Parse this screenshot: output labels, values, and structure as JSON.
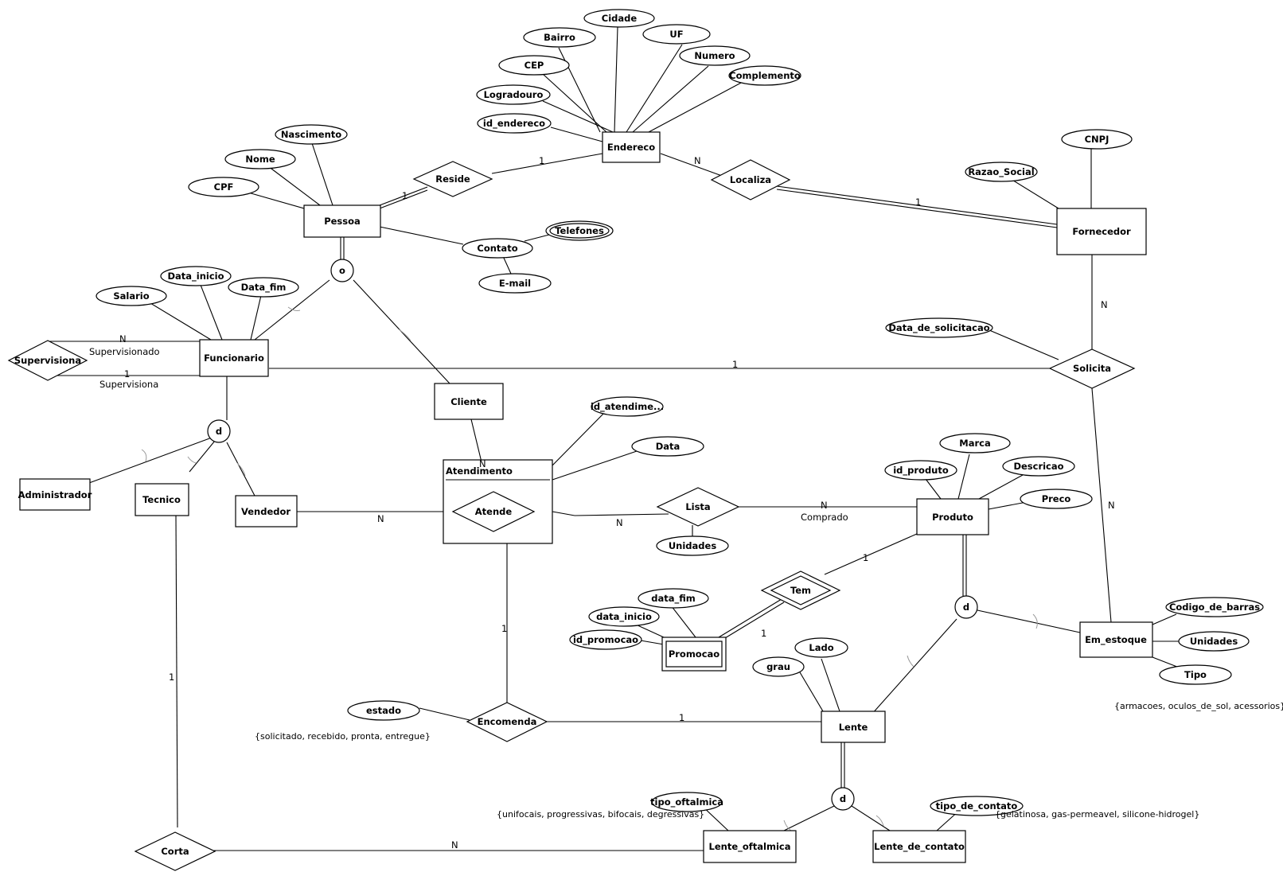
{
  "entities": {
    "pessoa": "Pessoa",
    "endereco": "Endereco",
    "fornecedor": "Fornecedor",
    "funcionario": "Funcionario",
    "cliente": "Cliente",
    "administrador": "Administrador",
    "tecnico": "Tecnico",
    "vendedor": "Vendedor",
    "atendimento": "Atendimento",
    "produto": "Produto",
    "em_estoque": "Em_estoque",
    "promocao": "Promocao",
    "lente": "Lente",
    "lente_oftalmica": "Lente_oftalmica",
    "lente_de_contato": "Lente_de_contato"
  },
  "relationships": {
    "reside": "Reside",
    "localiza": "Localiza",
    "supervisiona": "Supervisiona",
    "solicita": "Solicita",
    "atende": "Atende",
    "lista": "Lista",
    "tem": "Tem",
    "encomenda": "Encomenda",
    "corta": "Corta"
  },
  "attributes": {
    "bairro": "Bairro",
    "cidade": "Cidade",
    "uf": "UF",
    "cep": "CEP",
    "numero": "Numero",
    "logradouro": "Logradouro",
    "complemento": "Complemento",
    "id_endereco": "id_endereco",
    "nascimento": "Nascimento",
    "nome": "Nome",
    "cpf": "CPF",
    "contato": "Contato",
    "telefones": "Telefones",
    "email": "E-mail",
    "cnpj": "CNPJ",
    "razao_social": "Razao_Social",
    "data_inicio_func": "Data_inicio",
    "salario": "Salario",
    "data_fim_func": "Data_fim",
    "data_de_solicitacao": "Data_de_solicitacao",
    "id_atendimento": "id_atendime...",
    "data_atend": "Data",
    "marca": "Marca",
    "id_produto": "id_produto",
    "descricao": "Descricao",
    "preco": "Preco",
    "unidades_lista": "Unidades",
    "data_fim_promo": "data_fim",
    "data_inicio_promo": "data_inicio",
    "id_promocao": "id_promocao",
    "codigo_de_barras": "Codigo_de_barras",
    "unidades_estoque": "Unidades",
    "tipo": "Tipo",
    "lado": "Lado",
    "grau": "grau",
    "estado": "estado",
    "tipo_oftalmica": "tipo_oftalmica",
    "tipo_de_contato": "tipo_de_contato"
  },
  "specializations": {
    "pessoa": "o",
    "funcionario": "d",
    "produto": "d",
    "lente": "d"
  },
  "cardinalities": {
    "reside_pessoa": "1",
    "reside_endereco": "1",
    "localiza_endereco": "N",
    "localiza_fornecedor": "1",
    "sup_n": "N",
    "sup_1": "1",
    "solicita_funcionario": "1",
    "solicita_fornecedor": "N",
    "solicita_estoque": "N",
    "atende_cliente": "N",
    "atende_vendedor": "N",
    "lista_atendimento": "N",
    "lista_produto": "N",
    "tem_produto": "1",
    "tem_promocao": "1",
    "encomenda_atendimento": "1",
    "encomenda_lente": "1",
    "corta_tecnico": "1",
    "corta_lente": "N"
  },
  "role_labels": {
    "supervisionado": "Supervisionado",
    "supervisiona": "Supervisiona",
    "comprado": "Comprado"
  },
  "notes": {
    "estado_values": "{solicitado, recebido, pronta, entregue}",
    "estoque_values": "{armacoes, oculos_de_sol, acessorios}",
    "oftalmica_values": "{unifocais, progressivas, bifocais, degressivas}",
    "contato_values": "{gelatinosa, gas-permeavel, silicone-hidrogel}"
  }
}
